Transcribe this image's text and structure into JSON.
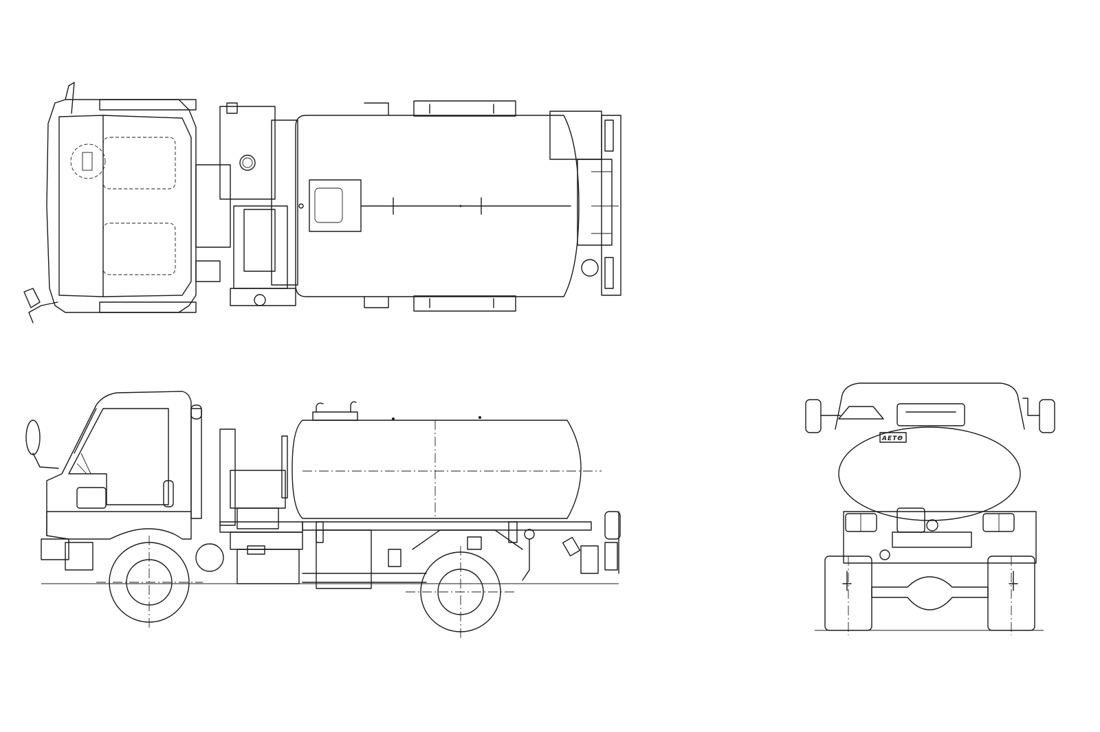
{
  "drawing": {
    "views": [
      {
        "id": "top-view"
      },
      {
        "id": "side-view"
      },
      {
        "id": "rear-view"
      }
    ],
    "rear_view": {
      "tank_plate_text": "ΑΕΤΘ"
    },
    "colors": {
      "line": "#1a1a1a",
      "background": "#ffffff"
    }
  }
}
